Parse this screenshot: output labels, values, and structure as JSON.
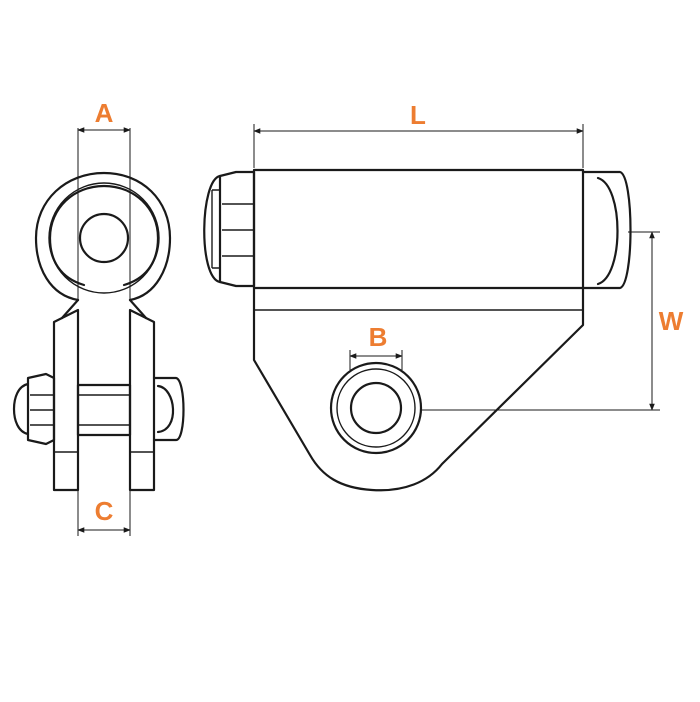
{
  "labels": {
    "A": "A",
    "B": "B",
    "C": "C",
    "L": "L",
    "W": "W"
  },
  "colors": {
    "label": "#ED7D31",
    "stroke": "#1a1a1a",
    "background": "#ffffff"
  }
}
